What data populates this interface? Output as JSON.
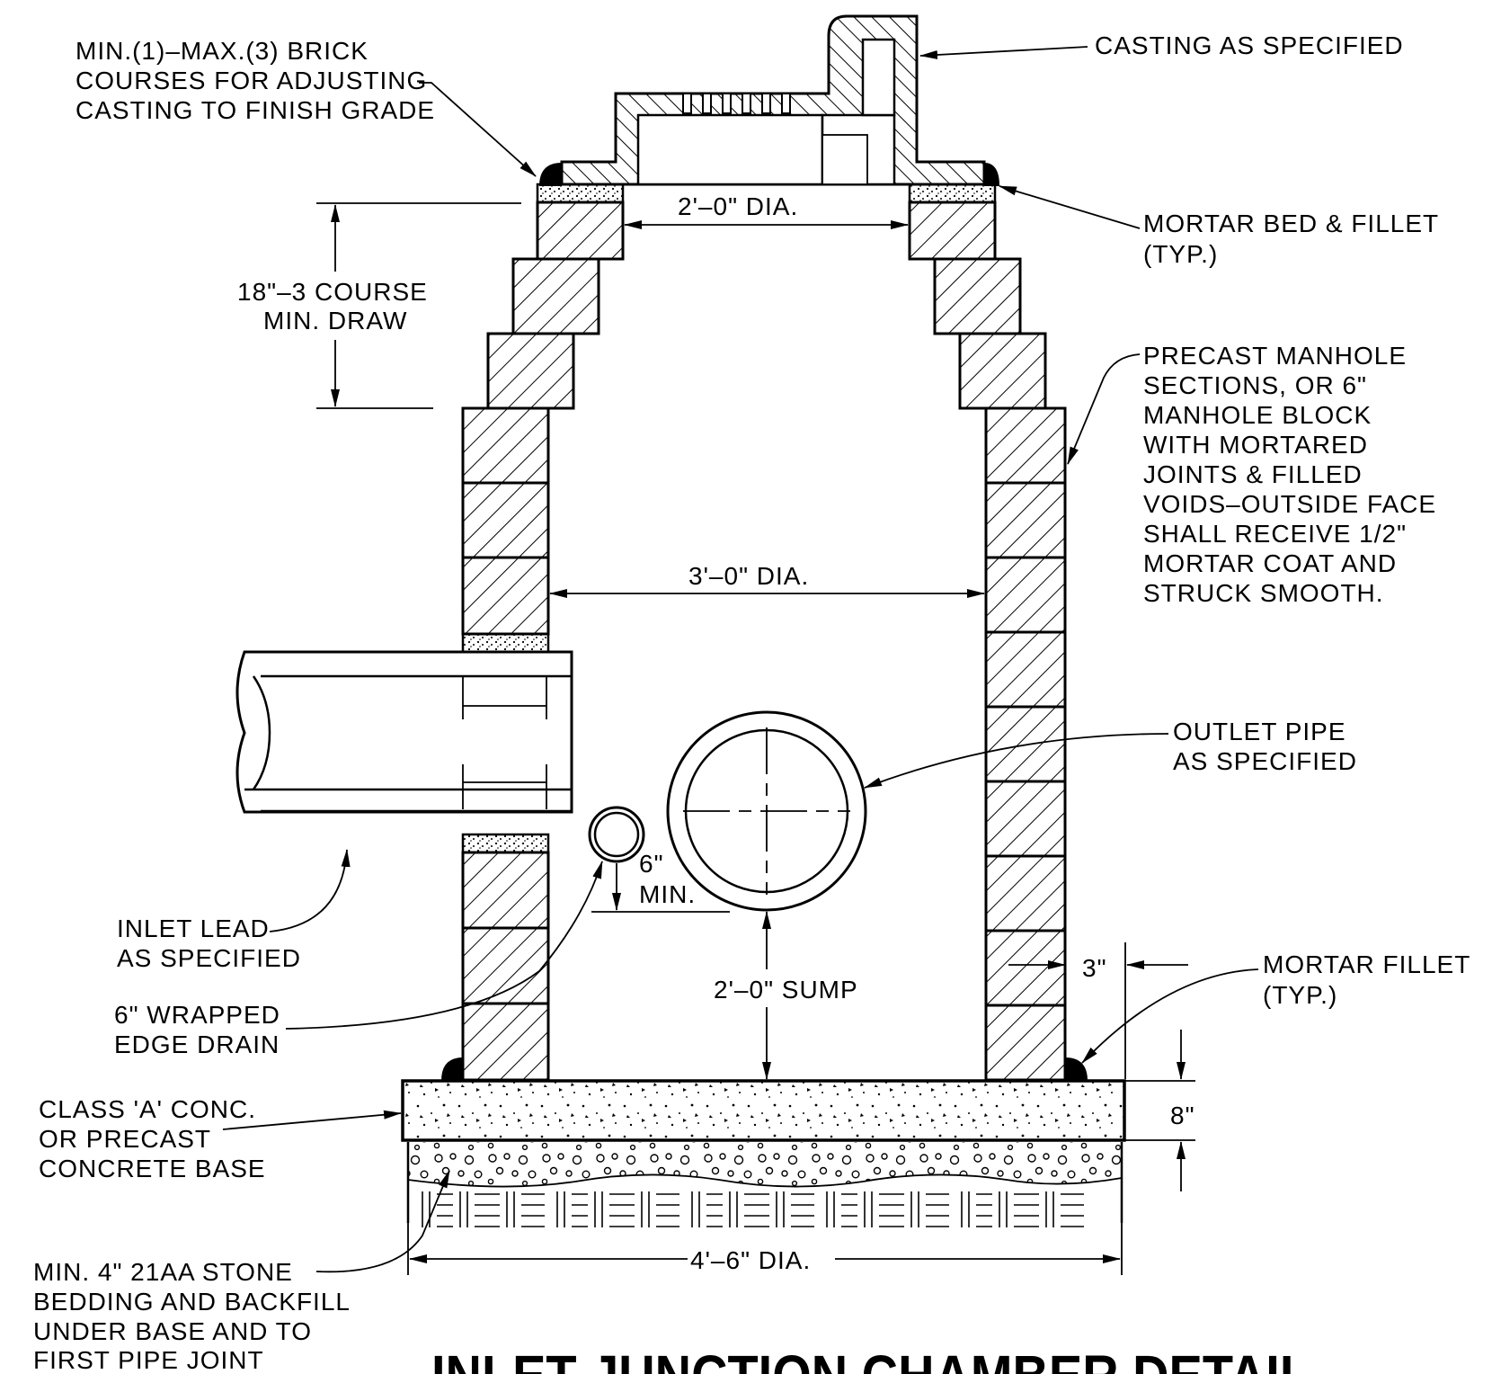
{
  "labels": {
    "brick_courses": [
      "MIN.(1)–MAX.(3) BRICK",
      "COURSES FOR ADJUSTING",
      "CASTING TO FINISH GRADE"
    ],
    "casting": [
      "CASTING AS SPECIFIED"
    ],
    "mortar_bed": [
      "MORTAR BED & FILLET",
      "(TYP.)"
    ],
    "draw": [
      "18\"–3 COURSE",
      "MIN. DRAW"
    ],
    "top_dia": [
      "2'–0\" DIA."
    ],
    "precast": [
      "PRECAST MANHOLE",
      "SECTIONS, OR 6\"",
      "MANHOLE BLOCK",
      "WITH MORTARED",
      "JOINTS & FILLED",
      "VOIDS–OUTSIDE FACE",
      "SHALL RECEIVE 1/2\"",
      "MORTAR COAT AND",
      "STRUCK SMOOTH."
    ],
    "mid_dia": [
      "3'–0\" DIA."
    ],
    "outlet": [
      "OUTLET PIPE",
      "AS SPECIFIED"
    ],
    "edge_min": [
      "6\"",
      "MIN."
    ],
    "inlet": [
      "INLET LEAD",
      "AS SPECIFIED"
    ],
    "edge_drain": [
      "6\" WRAPPED",
      "EDGE DRAIN"
    ],
    "sump": [
      "2'–0\" SUMP"
    ],
    "three_in": [
      "3\""
    ],
    "mortar_fillet": [
      "MORTAR FILLET",
      "(TYP.)"
    ],
    "class_a": [
      "CLASS 'A' CONC.",
      "OR PRECAST",
      "CONCRETE BASE"
    ],
    "eight_in": [
      "8\""
    ],
    "base_dia": [
      "4'–6\" DIA."
    ],
    "stone": [
      "MIN. 4\" 21AA STONE",
      "BEDDING AND BACKFILL",
      "UNDER BASE AND TO",
      "FIRST PIPE JOINT"
    ]
  },
  "title": "INLET-JUNCTION CHAMBER DETAIL"
}
